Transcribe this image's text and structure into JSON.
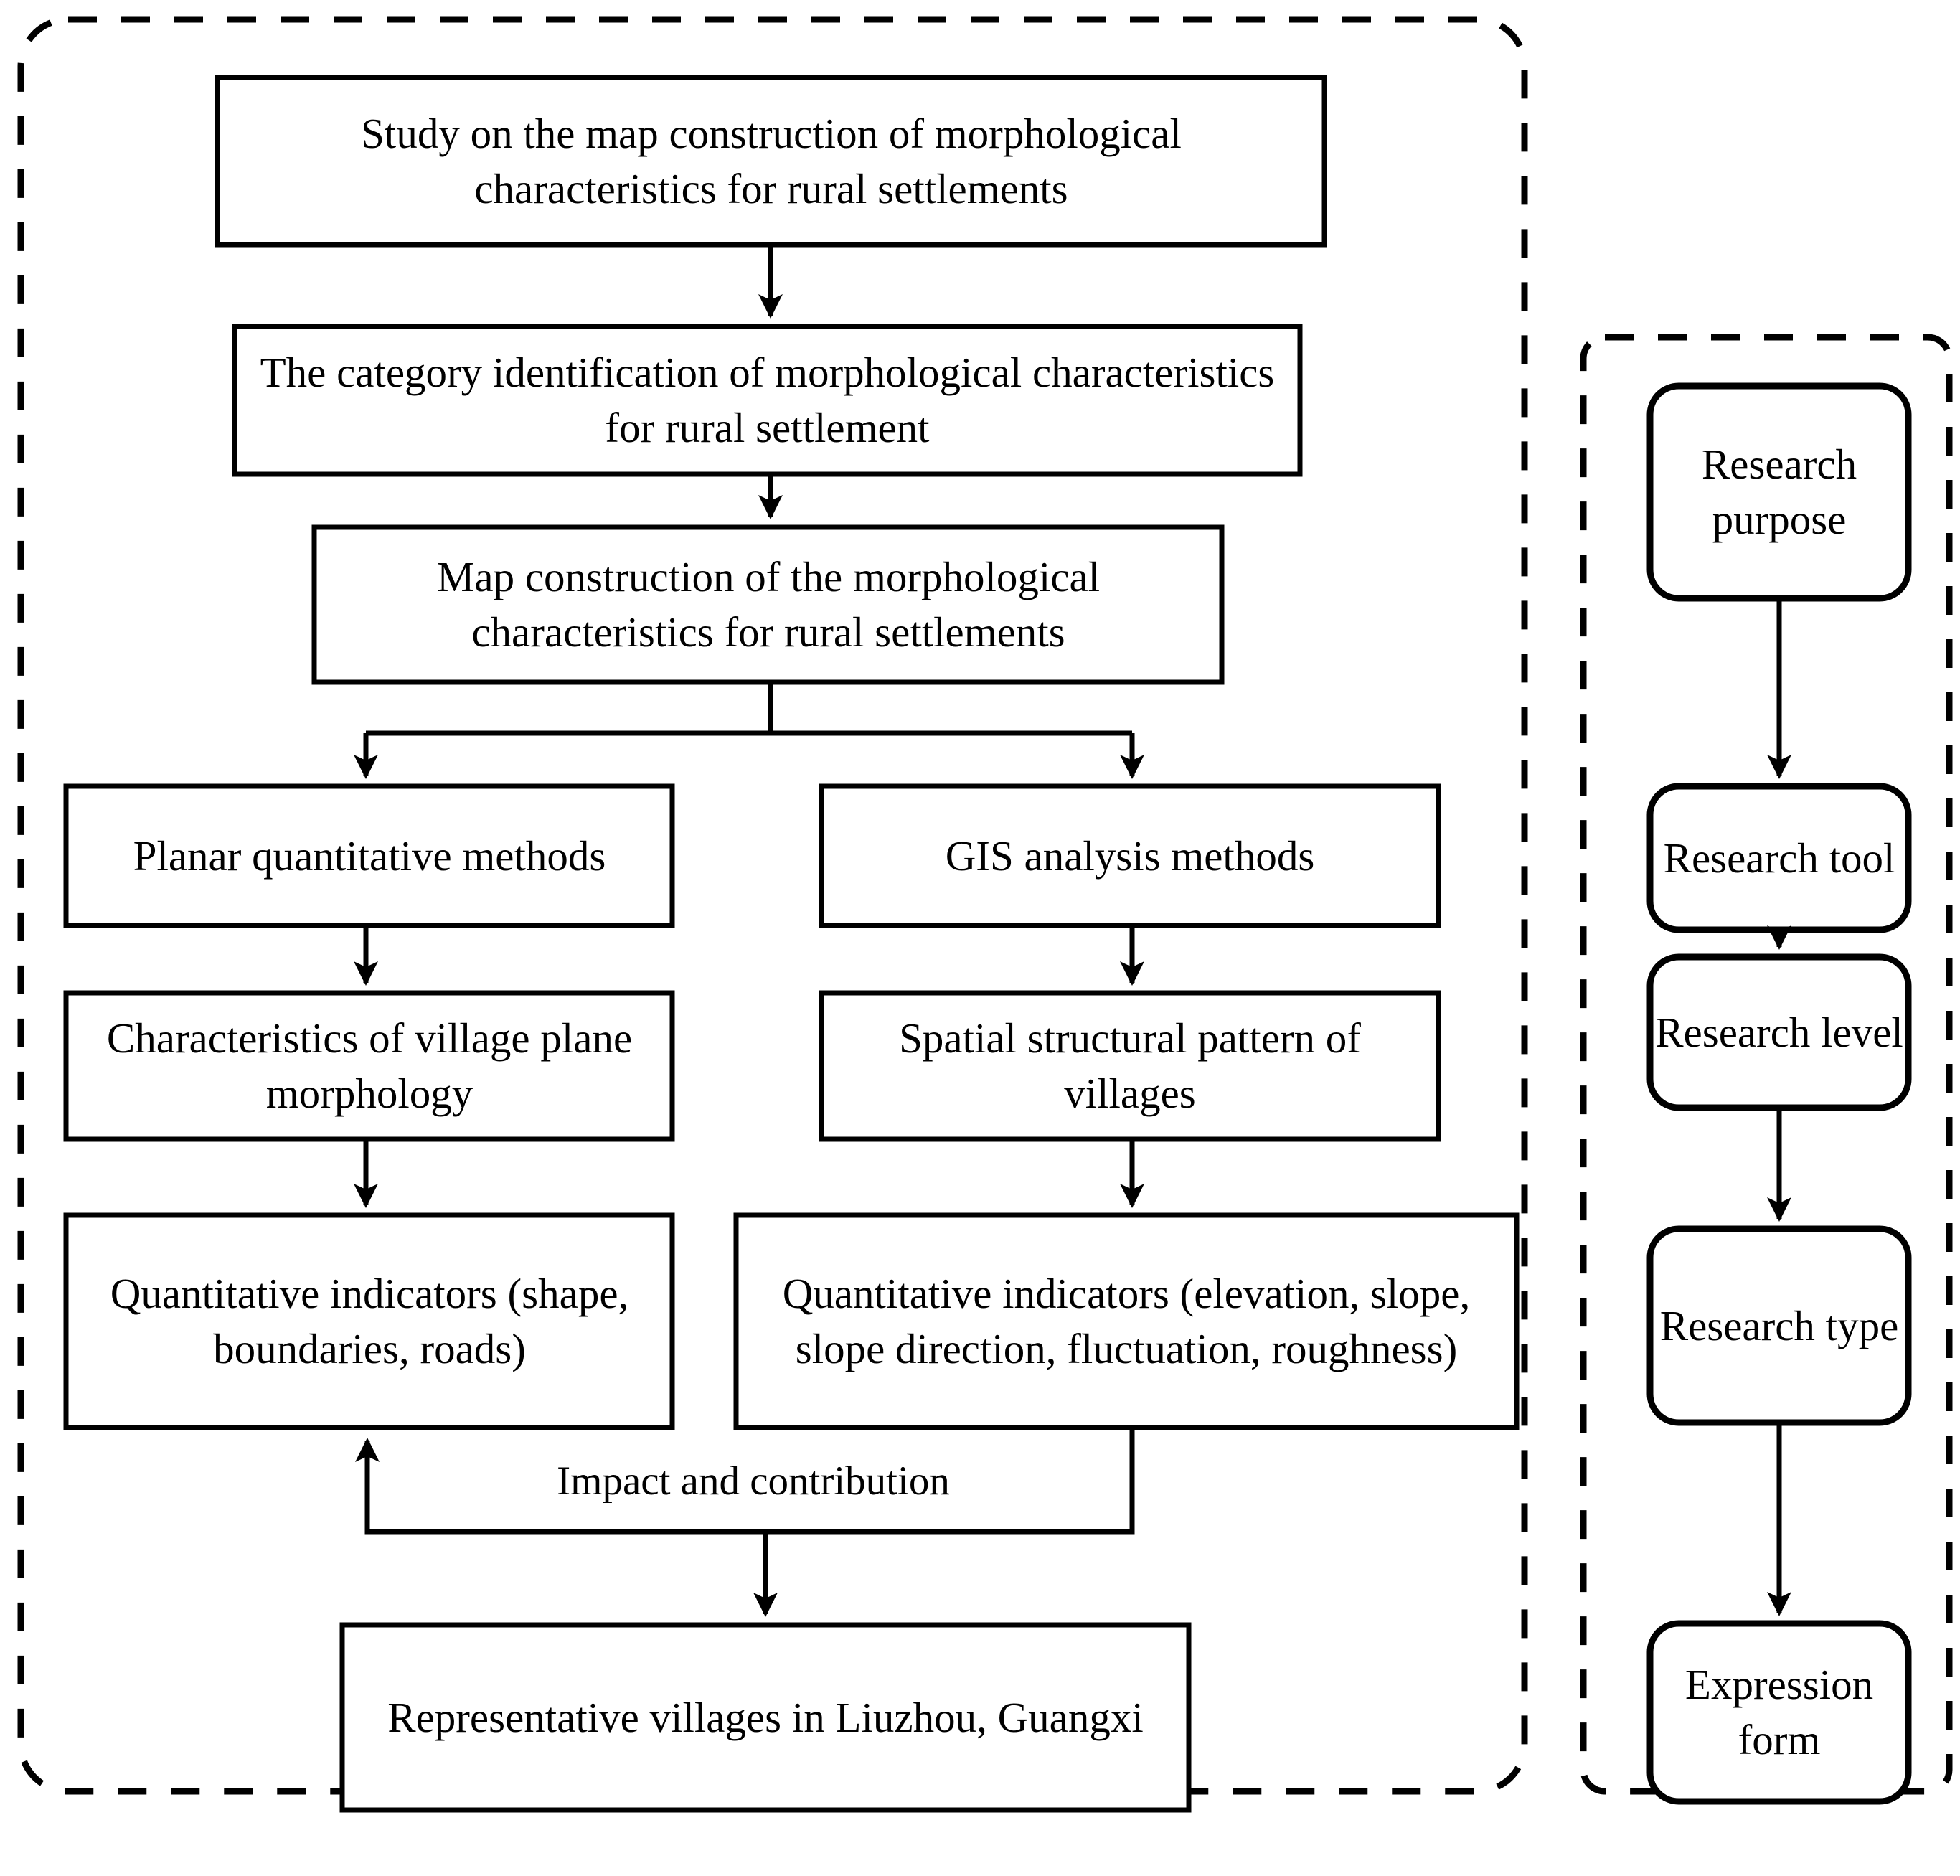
{
  "diagram": {
    "title": "Research framework flowchart for map construction of morphological characteristics of rural settlements",
    "stroke_color": "#000000",
    "background_color": "#ffffff",
    "containers": [
      {
        "name": "main-research-flow-panel",
        "style": "dashed-rounded"
      },
      {
        "name": "research-dimension-panel",
        "style": "dashed-rounded"
      }
    ],
    "main_flow": {
      "nodes": [
        {
          "id": "n1",
          "label": "Study on the map construction of morphological characteristics for rural settlements",
          "shape": "rect"
        },
        {
          "id": "n2",
          "label": "The category identification of morphological characteristics for rural settlement",
          "shape": "rect"
        },
        {
          "id": "n3",
          "label": "Map construction of the morphological characteristics for rural settlements",
          "shape": "rect"
        },
        {
          "id": "n4",
          "label": "Planar quantitative methods",
          "shape": "rect"
        },
        {
          "id": "n5",
          "label": "GIS analysis methods",
          "shape": "rect"
        },
        {
          "id": "n6",
          "label": "Characteristics of village plane morphology",
          "shape": "rect"
        },
        {
          "id": "n7",
          "label": "Spatial structural pattern of villages",
          "shape": "rect"
        },
        {
          "id": "n8",
          "label": "Quantitative indicators (shape, boundaries, roads)",
          "shape": "rect"
        },
        {
          "id": "n9",
          "label": "Quantitative indicators (elevation, slope, slope direction, fluctuation, roughness)",
          "shape": "rect"
        },
        {
          "id": "n10",
          "label": "Representative villages in Liuzhou, Guangxi",
          "shape": "rect"
        }
      ],
      "edge_labels": [
        {
          "id": "e1",
          "label": "Impact and contribution"
        }
      ]
    },
    "side_flow": {
      "nodes": [
        {
          "id": "s1",
          "label": "Research purpose",
          "shape": "rounded-rect"
        },
        {
          "id": "s2",
          "label": "Research tool",
          "shape": "rounded-rect"
        },
        {
          "id": "s3",
          "label": "Research level",
          "shape": "rounded-rect"
        },
        {
          "id": "s4",
          "label": "Research type",
          "shape": "rounded-rect"
        },
        {
          "id": "s5",
          "label": "Expression form",
          "shape": "rounded-rect"
        }
      ]
    }
  }
}
